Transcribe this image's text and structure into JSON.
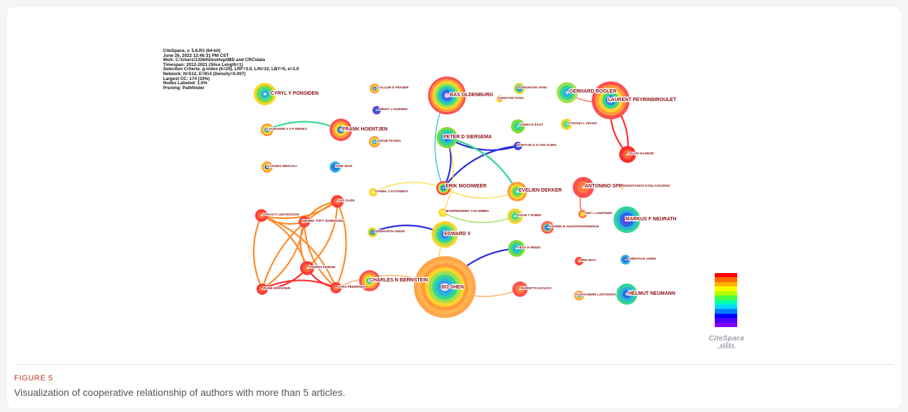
{
  "meta_lines": [
    "CiteSpace, v. 5.8.R3 (64-bit)",
    "June 26, 2022 12:46:31 PM CST",
    "WoS: C:\\Users\\13284\\Desktop\\IBD and CRC\\data",
    "Timespan: 2012-2021 (Slice Length=1)",
    "Selection Criteria: g-index (k=25), LRF=3.0, L/N=10, LBY=5, e=1.0",
    "Network: N=512, E=914 (Density=0.007)",
    "Largest CC: 174 (33%)",
    "Nodes Labeled: 1.0%",
    "Pruning: Pathfinder"
  ],
  "nodes": [
    {
      "id": "ponsiden",
      "label": "CYRYL Y PONSIDEN",
      "rings": [
        "#ffd42a",
        "#7cdc3c",
        "#3cd6a0",
        "#2aa8e0"
      ],
      "big": true
    },
    {
      "id": "fraser",
      "label": "CALLUM G FRASER",
      "rings": [
        "#ff9a3c",
        "#ffd42a",
        "#2a7ae0"
      ],
      "big": false
    },
    {
      "id": "oldenburg",
      "label": "BAS OLDENBURG",
      "rings": [
        "#ff5050",
        "#ff9a3c",
        "#ffd42a",
        "#a0e050",
        "#32d690",
        "#2ab2e0",
        "#2a6ae0",
        "#6a3ae0"
      ],
      "big": true
    },
    {
      "id": "dhyang",
      "label": "DONGHOON YANG",
      "rings": [
        "#ffd42a",
        "#32d690",
        "#2a7ae0"
      ],
      "big": false
    },
    {
      "id": "sjyang",
      "label": "SUNGYUN YANG",
      "rings": [
        "#ffd42a",
        "#ff9a3c"
      ],
      "big": false
    },
    {
      "id": "rogler",
      "label": "GERHARD ROGLER",
      "rings": [
        "#a0e050",
        "#32d690",
        "#2ab2e0"
      ],
      "big": true
    },
    {
      "id": "peyrin",
      "label": "LAURENT PEYRINBIROULET",
      "rings": [
        "#ff5050",
        "#ff9a3c",
        "#ffd42a",
        "#32d690",
        "#2a7ae0"
      ],
      "big": true
    },
    {
      "id": "kuipers",
      "label": "ERNST J KUIPERS",
      "rings": [
        "#6a3ae0",
        "#2a6ae0"
      ],
      "big": false
    },
    {
      "id": "derikx",
      "label": "LAURANNE A A P DERIKX",
      "rings": [
        "#ff9a3c",
        "#ffd42a",
        "#2ab2e0"
      ],
      "big": false
    },
    {
      "id": "hoentjen",
      "label": "FRANK HOENTJEN",
      "rings": [
        "#ff5050",
        "#ff9a3c",
        "#ffd42a",
        "#2a7ae0"
      ],
      "big": true
    },
    {
      "id": "siersema",
      "label": "PETER D SIERSEMA",
      "rings": [
        "#7cdc3c",
        "#32d690",
        "#2ab2e0",
        "#2a6ae0"
      ],
      "big": true
    },
    {
      "id": "east",
      "label": "JAMES E EAST",
      "rings": [
        "#7cdc3c",
        "#32d690"
      ],
      "big": false
    },
    {
      "id": "sears",
      "label": "CYNTHIA L SEARS",
      "rings": [
        "#ffd42a",
        "#a0e050",
        "#32d690"
      ],
      "big": false
    },
    {
      "id": "fichna",
      "label": "JAKUB FICHNA",
      "rings": [
        "#ff9a3c",
        "#ffd42a",
        "#2ab2e0"
      ],
      "big": false
    },
    {
      "id": "vanoijen",
      "label": "MARTIJN G H VAN OIJEN",
      "rings": [
        "#4a3ae0",
        "#2a6ae0"
      ],
      "big": false
    },
    {
      "id": "danese",
      "label": "SILVIO DANESE",
      "rings": [
        "#ff2a2a",
        "#ff6a3a"
      ],
      "big": false
    },
    {
      "id": "mescoli",
      "label": "CLAUDIA MESCOLI",
      "rings": [
        "#ff9a3c",
        "#ffd42a",
        "#2a6ae0"
      ],
      "big": false
    },
    {
      "id": "jess",
      "label": "TINE JESS",
      "rings": [
        "#2ab2e0",
        "#2a6ae0"
      ],
      "big": false
    },
    {
      "id": "castaneda",
      "label": "DANIEL CASTANEDA",
      "rings": [
        "#ffd42a",
        "#ffe94a"
      ],
      "big": false
    },
    {
      "id": "mooiweer",
      "label": "ERIK MOOIWEER",
      "rings": [
        "#ff3a3a",
        "#ffd42a",
        "#32d690",
        "#2a6ae0"
      ],
      "big": true
    },
    {
      "id": "dekker",
      "label": "EVELIEN DEKKER",
      "rings": [
        "#ff9a3c",
        "#ffd42a",
        "#7cdc3c",
        "#32d690"
      ],
      "big": true
    },
    {
      "id": "spinelli",
      "label": "ANTONINO SPINELLI",
      "rings": [
        "#ff5050",
        "#ff7a3c"
      ],
      "big": true
    },
    {
      "id": "koulaouzidis",
      "label": "ANASTASIOS KOULAOUZIDIS",
      "rings": [
        "#ffd42a",
        "#ffe94a"
      ],
      "big": false
    },
    {
      "id": "olen",
      "label": "OLA OLEN",
      "rings": [
        "#ff3a3a",
        "#ff6a3a"
      ],
      "big": false
    },
    {
      "id": "ludvigsson",
      "label": "JONAS F LUDVIGSSON",
      "rings": [
        "#ff3a3a",
        "#ff6a3a"
      ],
      "big": false
    },
    {
      "id": "sorensen",
      "label": "HENRIK TOFT SORENSEN",
      "rings": [
        "#ff3a3a",
        "#ff6a3a"
      ],
      "big": false
    },
    {
      "id": "colombel",
      "label": "JEANFREDERIC COLOMBEL",
      "rings": [
        "#ffd42a",
        "#ffe94a"
      ],
      "big": false
    },
    {
      "id": "rubin",
      "label": "DAVID T RUBIN",
      "rings": [
        "#ffd42a",
        "#a0e050",
        "#32d690"
      ],
      "big": false
    },
    {
      "id": "lightner",
      "label": "AMY L LIGHTNER",
      "rings": [
        "#ff7a3c",
        "#ffd42a"
      ],
      "big": false
    },
    {
      "id": "neurath",
      "label": "MARKUS F NEURATH",
      "rings": [
        "#32d690",
        "#2ab2e0",
        "#2a6ae0",
        "#6a3ae0"
      ],
      "big": true
    },
    {
      "id": "singh",
      "label": "SIDDHARTH SINGH",
      "rings": [
        "#ffd42a",
        "#7cdc3c",
        "#2a6ae0"
      ],
      "big": false
    },
    {
      "id": "edwardv",
      "label": "EDWARD V",
      "rings": [
        "#ffd42a",
        "#a0e050",
        "#32d690",
        "#2ab2e0",
        "#2a6ae0"
      ],
      "big": true
    },
    {
      "id": "ananth",
      "label": "ASHWIN N ANANTHAKRISHNAN",
      "rings": [
        "#ff5050",
        "#ff9a3c",
        "#2ab2e0",
        "#2a6ae0"
      ],
      "big": false
    },
    {
      "id": "renzi",
      "label": "FEZA H REMZI",
      "rings": [
        "#7cdc3c",
        "#32d690",
        "#2ab2e0"
      ],
      "big": false
    },
    {
      "id": "ekbom",
      "label": "ANDERS EKBOM",
      "rings": [
        "#ff3a3a",
        "#ff6a3a"
      ],
      "big": false
    },
    {
      "id": "mao",
      "label": "REN MAO",
      "rings": [
        "#ff3a3a",
        "#ff6a3a"
      ],
      "big": false
    },
    {
      "id": "jobin",
      "label": "CHRISTIAN JOBIN",
      "rings": [
        "#2ab2e0",
        "#2a6ae0"
      ],
      "big": false
    },
    {
      "id": "bernstein",
      "label": "CHARLES N BERNSTEIN",
      "rings": [
        "#ff5050",
        "#ff9a3c",
        "#ffd42a",
        "#32d690"
      ],
      "big": true
    },
    {
      "id": "boshen",
      "label": "BO SHEN",
      "rings": [
        "#ffa64a",
        "#ffb450",
        "#ff9a3c",
        "#ffd42a",
        "#a0e050",
        "#32d690",
        "#2ab2e0",
        "#2a6ae0"
      ],
      "big": true
    },
    {
      "id": "iacucci",
      "label": "MARIETTA IACUCCI",
      "rings": [
        "#ff5050",
        "#ff7a3c"
      ],
      "big": false
    },
    {
      "id": "erichsen",
      "label": "RUNE ERICHSEN",
      "rings": [
        "#ff3a3a",
        "#ff6a3a"
      ],
      "big": false
    },
    {
      "id": "pedersen",
      "label": "LARS PEDERSEN",
      "rings": [
        "#ff3a3a",
        "#ff6a3a"
      ],
      "big": false
    },
    {
      "id": "loktionov",
      "label": "ALEXANDRE LOKTIONOV",
      "rings": [
        "#ff9a3c",
        "#ffd42a",
        "#2ab2e0"
      ],
      "big": false
    },
    {
      "id": "neumann",
      "label": "HELMUT NEUMANN",
      "rings": [
        "#32d690",
        "#2ab2e0",
        "#2a6ae0"
      ],
      "big": true
    }
  ],
  "edges": [
    {
      "from": "peyrin",
      "to": "danese",
      "color": "#ff2a2a"
    },
    {
      "from": "peyrin",
      "to": "danese",
      "color": "#ff2a2a"
    },
    {
      "from": "rogler",
      "to": "peyrin",
      "color": "#ff5050"
    },
    {
      "from": "derikx",
      "to": "hoentjen",
      "color": "#32d690"
    },
    {
      "from": "siersema",
      "to": "vanoijen",
      "color": "#2a2ae0"
    },
    {
      "from": "mooiweer",
      "to": "vanoijen",
      "color": "#2a2ae0"
    },
    {
      "from": "mooiweer",
      "to": "siersema",
      "color": "#2a2ae0"
    },
    {
      "from": "siersema",
      "to": "dekker",
      "color": "#32d690"
    },
    {
      "from": "oldenburg",
      "to": "mooiweer",
      "color": "#2ab2e0"
    },
    {
      "from": "castaneda",
      "to": "mooiweer",
      "color": "#ffd42a"
    },
    {
      "from": "mooiweer",
      "to": "dekker",
      "color": "#ffd42a"
    },
    {
      "from": "siersema",
      "to": "colombel",
      "color": "#ffd42a"
    },
    {
      "from": "colombel",
      "to": "rubin",
      "color": "#7cdc3c"
    },
    {
      "from": "singh",
      "to": "edwardv",
      "color": "#2a2ae0"
    },
    {
      "from": "edwardv",
      "to": "boshen",
      "color": "#ffd42a"
    },
    {
      "from": "boshen",
      "to": "renzi",
      "color": "#2a2ae0"
    },
    {
      "from": "boshen",
      "to": "iacucci",
      "color": "#ff9a3c"
    },
    {
      "from": "pedersen",
      "to": "boshen",
      "color": "#ff9a3c"
    },
    {
      "from": "spinelli",
      "to": "lightner",
      "color": "#ff3a3a"
    },
    {
      "from": "olen",
      "to": "ludvigsson",
      "color": "#ff8a2a"
    },
    {
      "from": "olen",
      "to": "sorensen",
      "color": "#ff8a2a"
    },
    {
      "from": "olen",
      "to": "ekbom",
      "color": "#ff8a2a"
    },
    {
      "from": "olen",
      "to": "erichsen",
      "color": "#ff8a2a"
    },
    {
      "from": "olen",
      "to": "pedersen",
      "color": "#ff8a2a"
    },
    {
      "from": "ludvigsson",
      "to": "sorensen",
      "color": "#ff8a2a"
    },
    {
      "from": "ludvigsson",
      "to": "ekbom",
      "color": "#ff8a2a"
    },
    {
      "from": "ludvigsson",
      "to": "erichsen",
      "color": "#ff8a2a"
    },
    {
      "from": "ludvigsson",
      "to": "pedersen",
      "color": "#ff8a2a"
    },
    {
      "from": "sorensen",
      "to": "ekbom",
      "color": "#ff8a2a"
    },
    {
      "from": "sorensen",
      "to": "erichsen",
      "color": "#ff8a2a"
    },
    {
      "from": "sorensen",
      "to": "pedersen",
      "color": "#ff8a2a"
    },
    {
      "from": "ekbom",
      "to": "erichsen",
      "color": "#ff2a2a"
    },
    {
      "from": "ekbom",
      "to": "pedersen",
      "color": "#ff2a2a"
    },
    {
      "from": "erichsen",
      "to": "pedersen",
      "color": "#ff2a2a"
    }
  ],
  "legend_colors": [
    "#ff0000",
    "#ff6a00",
    "#ffb400",
    "#ffff00",
    "#b4ff00",
    "#44ff44",
    "#00ffb4",
    "#00d8ff",
    "#0080ff",
    "#0000ff",
    "#4a00ff",
    "#8000ff"
  ],
  "logo": {
    "name": "citespace-logo",
    "text": "CiteSpace"
  },
  "caption": {
    "label": "FIGURE 5",
    "text": "Visualization of cooperative relationship of authors with more than 5 articles."
  }
}
